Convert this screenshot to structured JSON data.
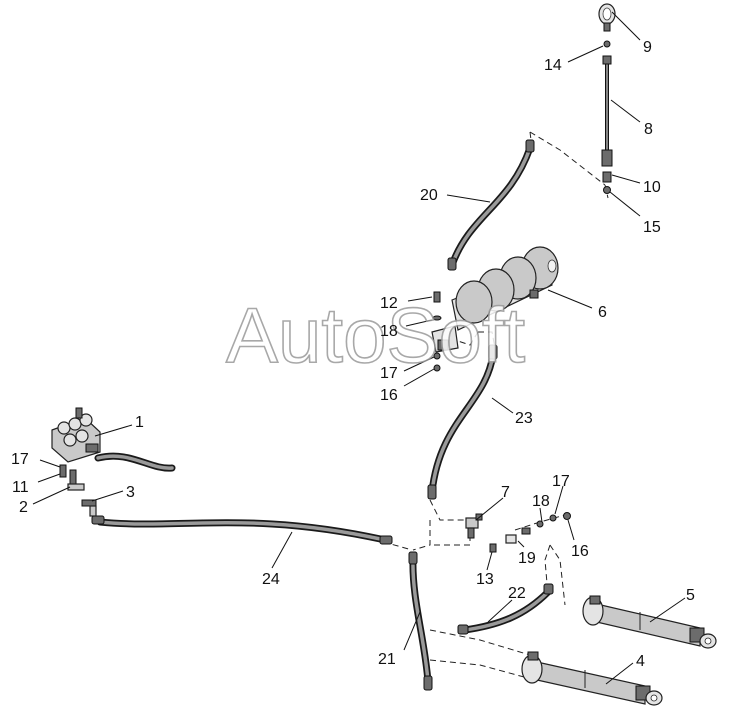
{
  "watermark": "AutoSoft",
  "callouts": {
    "c1": "1",
    "c2": "2",
    "c3": "3",
    "c4": "4",
    "c5": "5",
    "c6": "6",
    "c7": "7",
    "c8": "8",
    "c9": "9",
    "c10": "10",
    "c11": "11",
    "c12": "12",
    "c13": "13",
    "c14": "14",
    "c15": "15",
    "c16a": "16",
    "c16b": "16",
    "c17a": "17",
    "c17b": "17",
    "c17c": "17",
    "c18a": "18",
    "c18b": "18",
    "c19": "19",
    "c20": "20",
    "c21": "21",
    "c22": "22",
    "c23": "23",
    "c24": "24"
  }
}
